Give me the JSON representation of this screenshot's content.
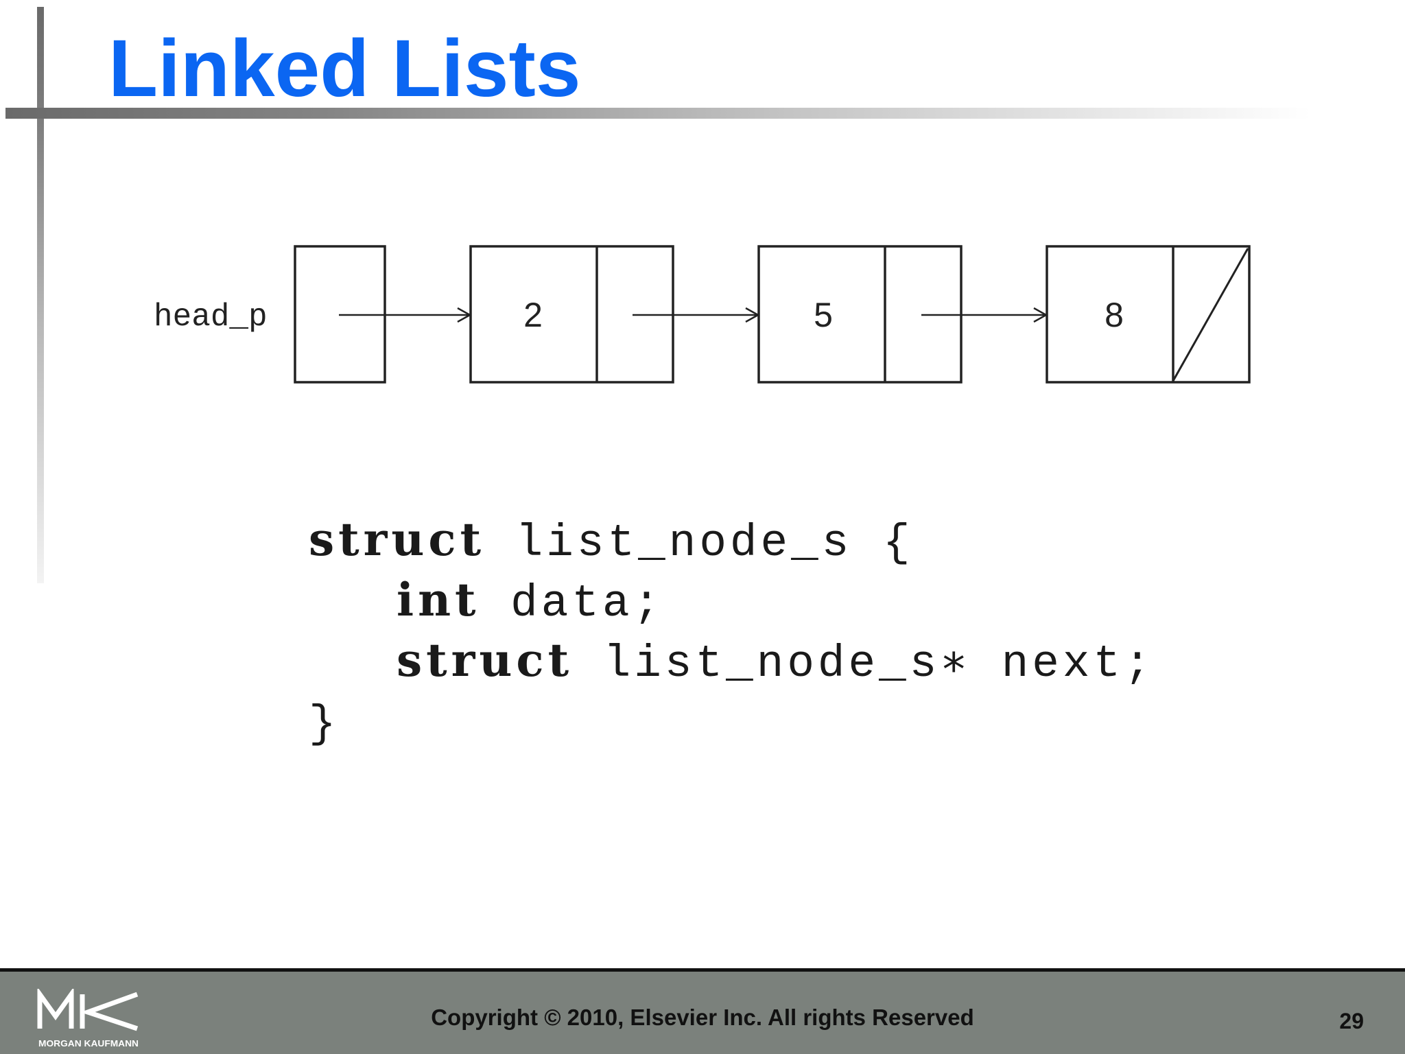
{
  "slide": {
    "title": "Linked Lists",
    "page_number": "29"
  },
  "diagram": {
    "head_label": "head_p",
    "nodes": [
      {
        "value": "2"
      },
      {
        "value": "5"
      },
      {
        "value": "8"
      }
    ],
    "last_next_is_null": true
  },
  "code": {
    "lines": [
      {
        "keyword": "struct",
        "rest": " list_node_s {"
      },
      {
        "keyword": "int",
        "rest": " data;"
      },
      {
        "keyword": "struct",
        "rest": " list_node_s∗ next;"
      },
      {
        "keyword": "",
        "rest": "}"
      }
    ]
  },
  "footer": {
    "copyright": "Copyright © 2010, Elsevier Inc. All rights Reserved",
    "logo_text": "MORGAN KAUFMANN"
  },
  "colors": {
    "title": "#0b66f2",
    "footer_bg": "#7b817c"
  }
}
